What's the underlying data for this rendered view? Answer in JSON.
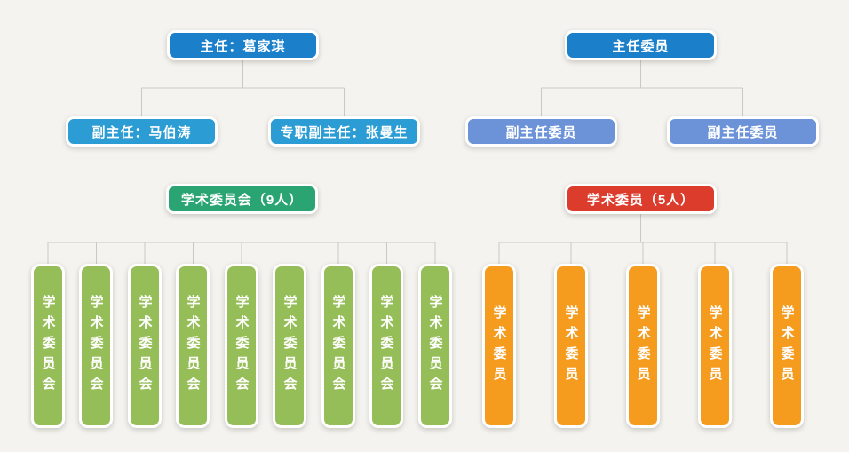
{
  "page": {
    "background_color": "#f4f3ef",
    "connector_color": "#c9c8c5"
  },
  "left_tree": {
    "root": {
      "label": "主任：葛家琪",
      "color": "#1b7fc9"
    },
    "deputies": [
      {
        "label": "副主任：马伯涛",
        "color": "#2b9cd4"
      },
      {
        "label": "专职副主任：张曼生",
        "color": "#2b9cd4"
      }
    ],
    "committee": {
      "label": "学术委员会（9人）",
      "color": "#2ba474",
      "member_count": 9
    },
    "member_color": "#96be58",
    "members": [
      "学术委员会",
      "学术委员会",
      "学术委员会",
      "学术委员会",
      "学术委员会",
      "学术委员会",
      "学术委员会",
      "学术委员会",
      "学术委员会"
    ]
  },
  "right_tree": {
    "root": {
      "label": "主任委员",
      "color": "#1b7fc9"
    },
    "deputies": [
      {
        "label": "副主任委员",
        "color": "#6c92d8"
      },
      {
        "label": "副主任委员",
        "color": "#6c92d8"
      }
    ],
    "committee": {
      "label": "学术委员（5人）",
      "color": "#dc3c2c",
      "member_count": 5
    },
    "member_color": "#f59b1e",
    "members": [
      "学术委员",
      "学术委员",
      "学术委员",
      "学术委员",
      "学术委员"
    ]
  }
}
